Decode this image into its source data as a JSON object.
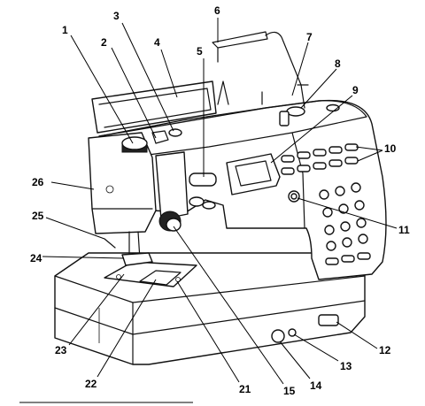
{
  "callouts": [
    {
      "id": "1",
      "label": "1"
    },
    {
      "id": "2",
      "label": "2"
    },
    {
      "id": "3",
      "label": "3"
    },
    {
      "id": "4",
      "label": "4"
    },
    {
      "id": "5",
      "label": "5"
    },
    {
      "id": "6",
      "label": "6"
    },
    {
      "id": "7",
      "label": "7"
    },
    {
      "id": "8",
      "label": "8"
    },
    {
      "id": "9",
      "label": "9"
    },
    {
      "id": "10",
      "label": "10"
    },
    {
      "id": "11",
      "label": "11"
    },
    {
      "id": "12",
      "label": "12"
    },
    {
      "id": "13",
      "label": "13"
    },
    {
      "id": "14",
      "label": "14"
    },
    {
      "id": "15",
      "label": "15"
    },
    {
      "id": "21",
      "label": "21"
    },
    {
      "id": "22",
      "label": "22"
    },
    {
      "id": "23",
      "label": "23"
    },
    {
      "id": "24",
      "label": "24"
    },
    {
      "id": "25",
      "label": "25"
    },
    {
      "id": "26",
      "label": "26"
    }
  ]
}
